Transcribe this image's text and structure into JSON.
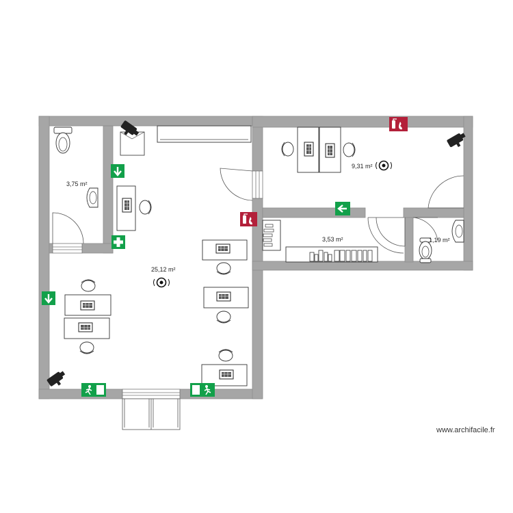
{
  "plan": {
    "rooms": [
      {
        "name": "room-wc-left",
        "area": "3,75 m²"
      },
      {
        "name": "room-main-office",
        "area": "25,12 m²"
      },
      {
        "name": "room-office-right",
        "area": "9,31 m²"
      },
      {
        "name": "room-storage",
        "area": "3,53 m²"
      },
      {
        "name": "room-wc-right",
        "area": "1,19 m²"
      }
    ],
    "watermark": "www.archifacile.fr"
  },
  "colors": {
    "wall_fill": "#a6a6a6",
    "wall_edge": "#8c8c8c",
    "safety_green": "#12a04a",
    "fire_red": "#b3203a",
    "camera": "#222222"
  },
  "icons": [
    "toilet-icon",
    "sink-icon",
    "desk-with-laptop-icon",
    "chair-icon",
    "camera-icon",
    "fire-extinguisher-icon",
    "first-aid-icon",
    "exit-sign-icon",
    "direction-arrow-icon",
    "alarm-detector-icon",
    "radiator-icon",
    "bookshelf-icon",
    "door-icon"
  ]
}
